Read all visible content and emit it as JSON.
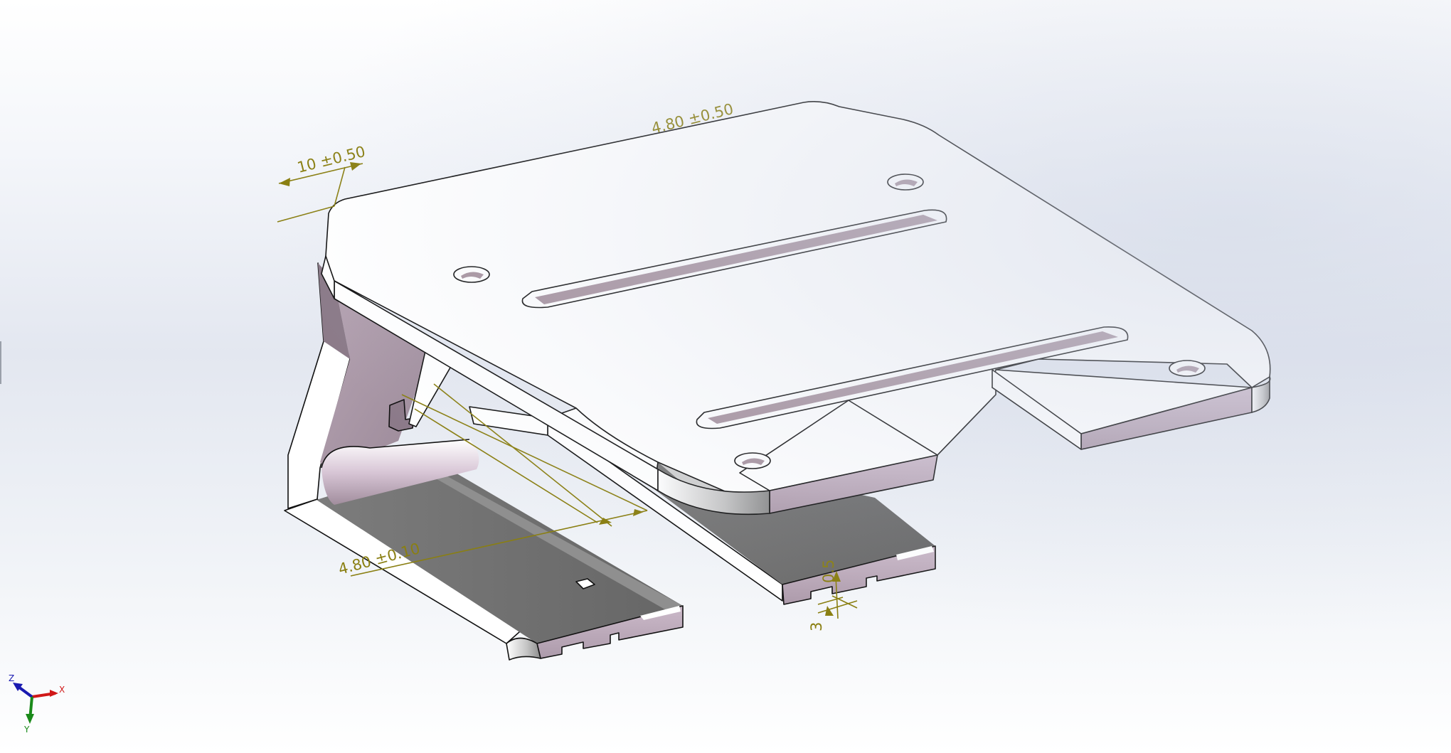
{
  "viewport": {
    "background_top": "#ffffff",
    "background_mid": "#e3e7f0"
  },
  "dimensions": {
    "top_flange_width": "10 ±0.50",
    "top_length": "4.80 ±0.50",
    "bottom_length": "4.80 ±0.10",
    "notch_width": "0.5",
    "notch_depth": "3"
  },
  "triad": {
    "x_label": "X",
    "y_label": "Y",
    "z_label": "Z",
    "x_color": "#d01818",
    "y_color": "#1a8a1a",
    "z_color": "#1a1ab0"
  },
  "colors": {
    "face_light": "#ffffff",
    "face_shadow": "#a5949f",
    "face_dark": "#6f6f6f",
    "annotation": "#8a7f12"
  }
}
